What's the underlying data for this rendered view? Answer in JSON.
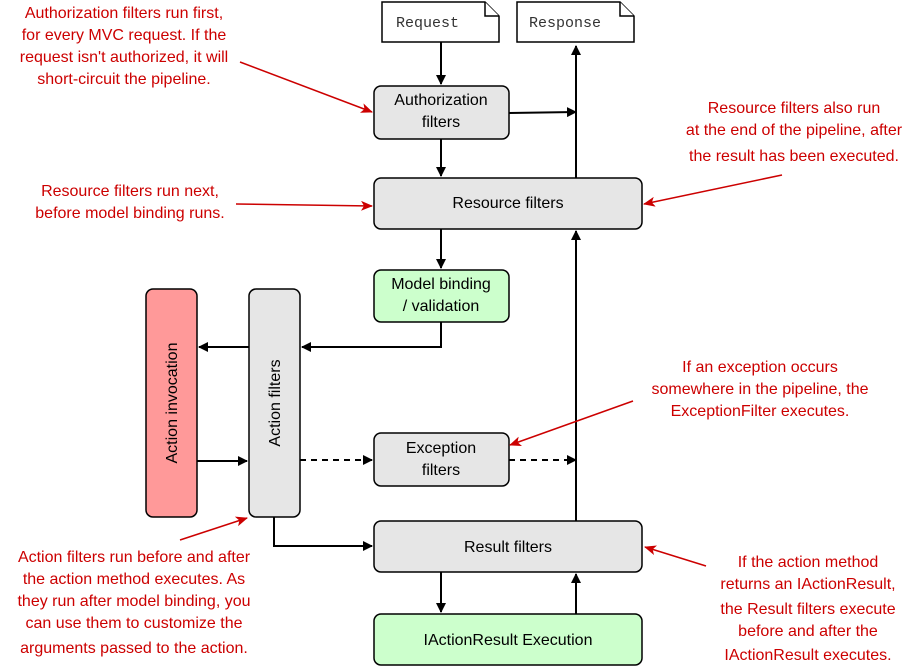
{
  "documents": {
    "request": "Request",
    "response": "Response"
  },
  "boxes": {
    "authorization": [
      "Authorization",
      "filters"
    ],
    "resource": "Resource filters",
    "model_binding": [
      "Model binding",
      "/ validation"
    ],
    "action_filters": "Action filters",
    "action_invocation": "Action invocation",
    "exception": [
      "Exception",
      "filters"
    ],
    "result": "Result filters",
    "iactionresult": "IActionResult Execution"
  },
  "annotations": {
    "authorization": [
      "Authorization filters run first,",
      "for every MVC request. If the",
      "request isn't authorized, it will",
      "short-circuit the pipeline."
    ],
    "resource_first": [
      "Resource filters run next,",
      "before model binding runs."
    ],
    "resource_end": [
      "Resource filters also run",
      "at the end of the pipeline, after",
      "the result has been executed."
    ],
    "exception": [
      "If an exception occurs",
      "somewhere in the pipeline, the",
      "ExceptionFilter executes."
    ],
    "action": [
      "Action filters run before and after",
      "the action method executes. As",
      "they run after model binding, you",
      "can use them to customize the",
      "arguments passed to the action."
    ],
    "result": [
      "If the action method",
      "returns an IActionResult,",
      "the Result filters execute",
      "before and after the",
      "IActionResult executes."
    ]
  },
  "colors": {
    "filter_box": "#e6e6e6",
    "model_box": "#ccffcc",
    "action_box": "#ff9999",
    "annotation": "#cc0000"
  }
}
